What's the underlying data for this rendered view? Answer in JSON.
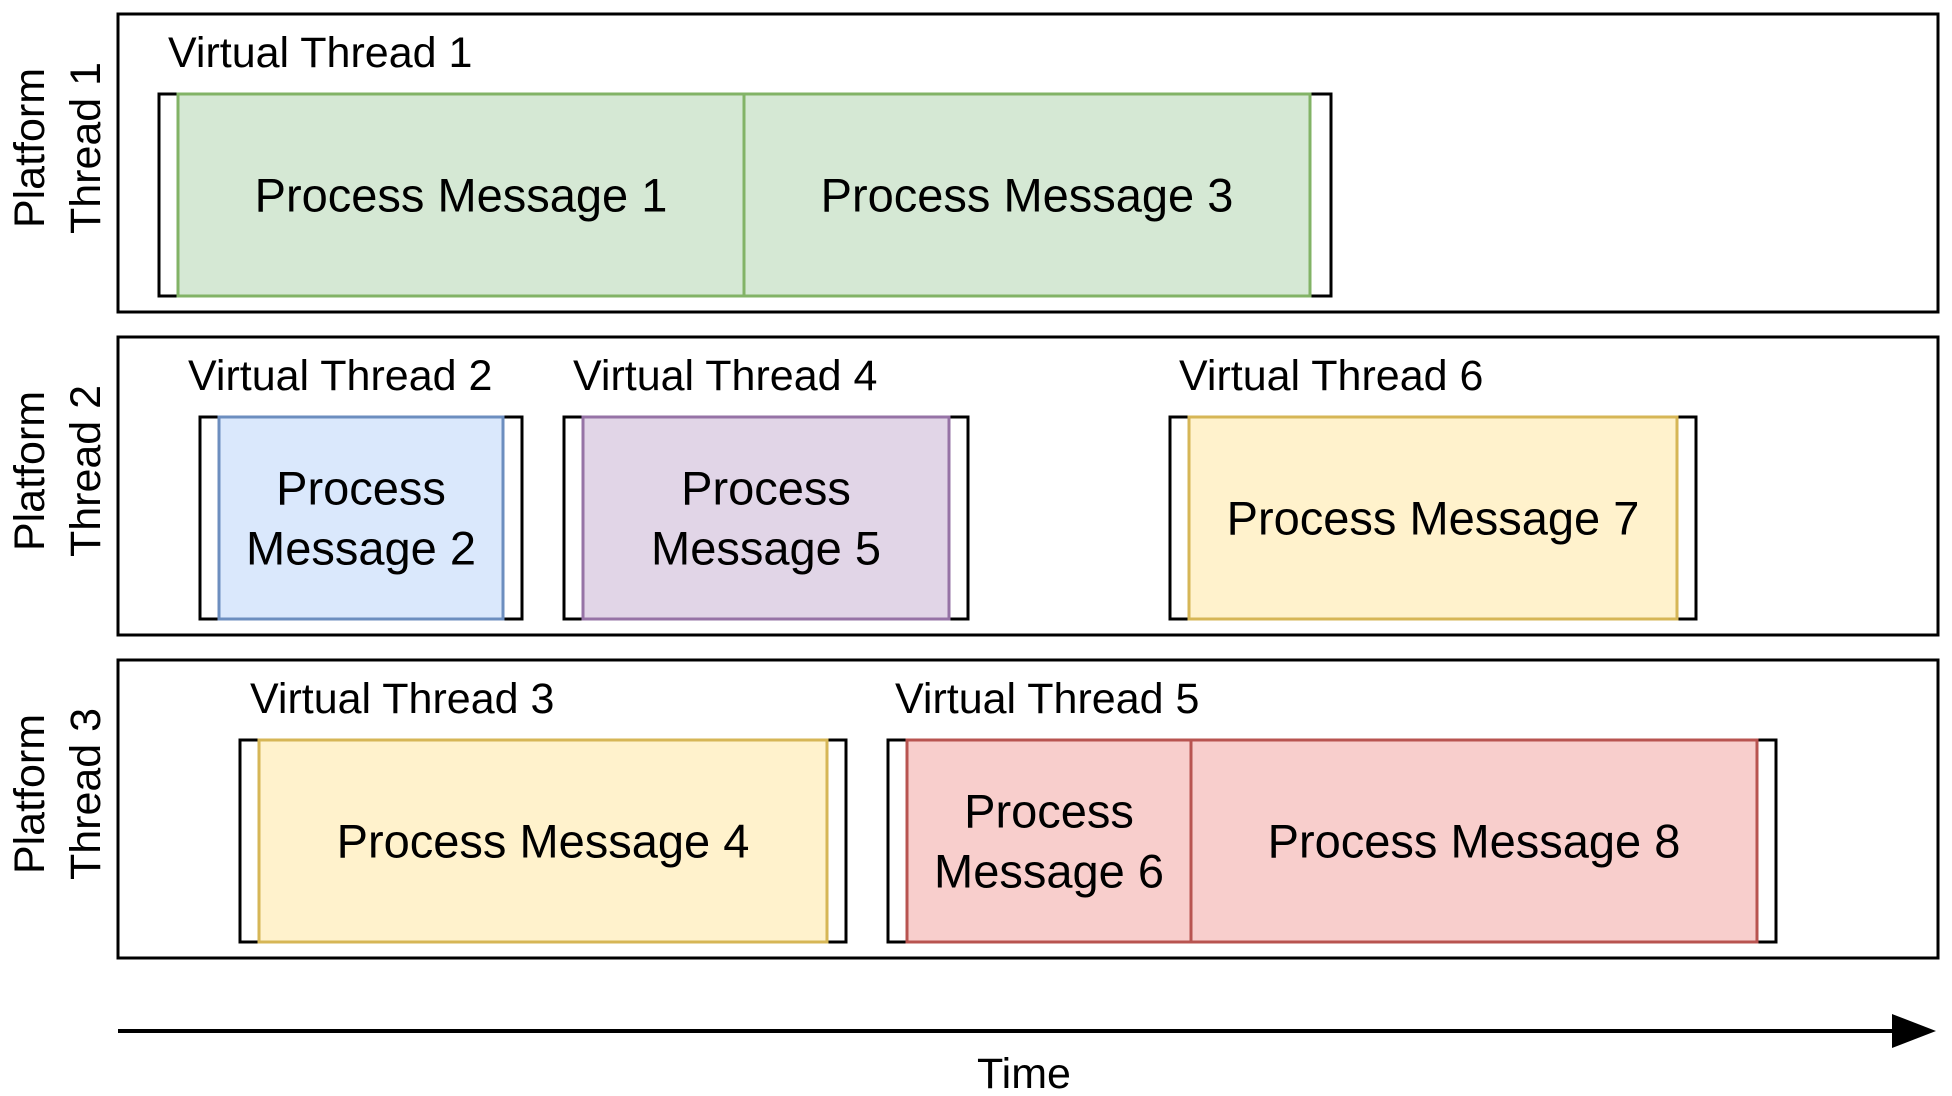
{
  "lanes": [
    {
      "label_lines": [
        "Platform",
        "Thread 1"
      ],
      "threads": [
        {
          "label": "Virtual Thread 1",
          "messages": [
            {
              "lines": [
                "Process Message 1"
              ],
              "fill": "#d5e8d4",
              "stroke": "#82b366"
            },
            {
              "lines": [
                "Process Message 3"
              ],
              "fill": "#d5e8d4",
              "stroke": "#82b366"
            }
          ]
        }
      ]
    },
    {
      "label_lines": [
        "Platform",
        "Thread 2"
      ],
      "threads": [
        {
          "label": "Virtual Thread 2",
          "messages": [
            {
              "lines": [
                "Process",
                "Message 2"
              ],
              "fill": "#dae8fc",
              "stroke": "#6c8ebf"
            }
          ]
        },
        {
          "label": "Virtual Thread 4",
          "messages": [
            {
              "lines": [
                "Process",
                "Message 5"
              ],
              "fill": "#e1d5e7",
              "stroke": "#9673a6"
            }
          ]
        },
        {
          "label": "Virtual Thread 6",
          "messages": [
            {
              "lines": [
                "Process Message 7"
              ],
              "fill": "#fff2cc",
              "stroke": "#d6b656"
            }
          ]
        }
      ]
    },
    {
      "label_lines": [
        "Platform",
        "Thread 3"
      ],
      "threads": [
        {
          "label": "Virtual Thread 3",
          "messages": [
            {
              "lines": [
                "Process Message 4"
              ],
              "fill": "#fff2cc",
              "stroke": "#d6b656"
            }
          ]
        },
        {
          "label": "Virtual Thread 5",
          "messages": [
            {
              "lines": [
                "Process",
                "Message 6"
              ],
              "fill": "#f8cecc",
              "stroke": "#b85450"
            },
            {
              "lines": [
                "Process Message 8"
              ],
              "fill": "#f8cecc",
              "stroke": "#b85450"
            }
          ]
        }
      ]
    }
  ],
  "axis": {
    "label": "Time"
  }
}
